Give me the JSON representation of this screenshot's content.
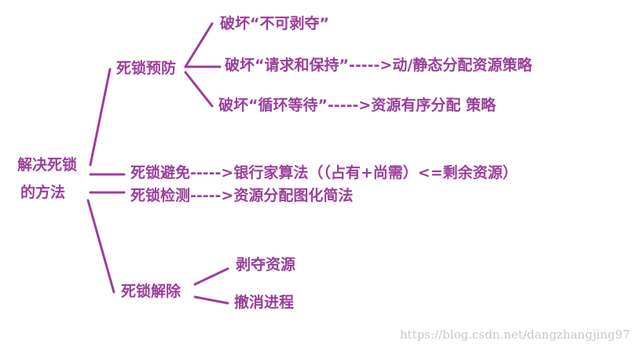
{
  "root": {
    "line1": "解决死锁",
    "line2": "的方法"
  },
  "branches": {
    "prevention": {
      "label": "死锁预防",
      "children": [
        "破坏“不可剥夺”",
        "破坏“请求和保持”----->动/静态分配资源策略",
        "破坏“循环等待”----->资源有序分配 策略"
      ]
    },
    "avoidance": {
      "label": "死锁避免----->银行家算法（（占有+尚需）<=剩余资源）"
    },
    "detection": {
      "label": "死锁检测----->资源分配图化简法"
    },
    "recovery": {
      "label": "死锁解除",
      "children": [
        "剥夺资源",
        "撤消进程"
      ]
    }
  },
  "watermark": "https://blog.csdn.net/dangzhangjing97",
  "colors": {
    "text": "#9b3e9b",
    "line": "#9b3e9b",
    "watermark": "#c8c8c8"
  }
}
